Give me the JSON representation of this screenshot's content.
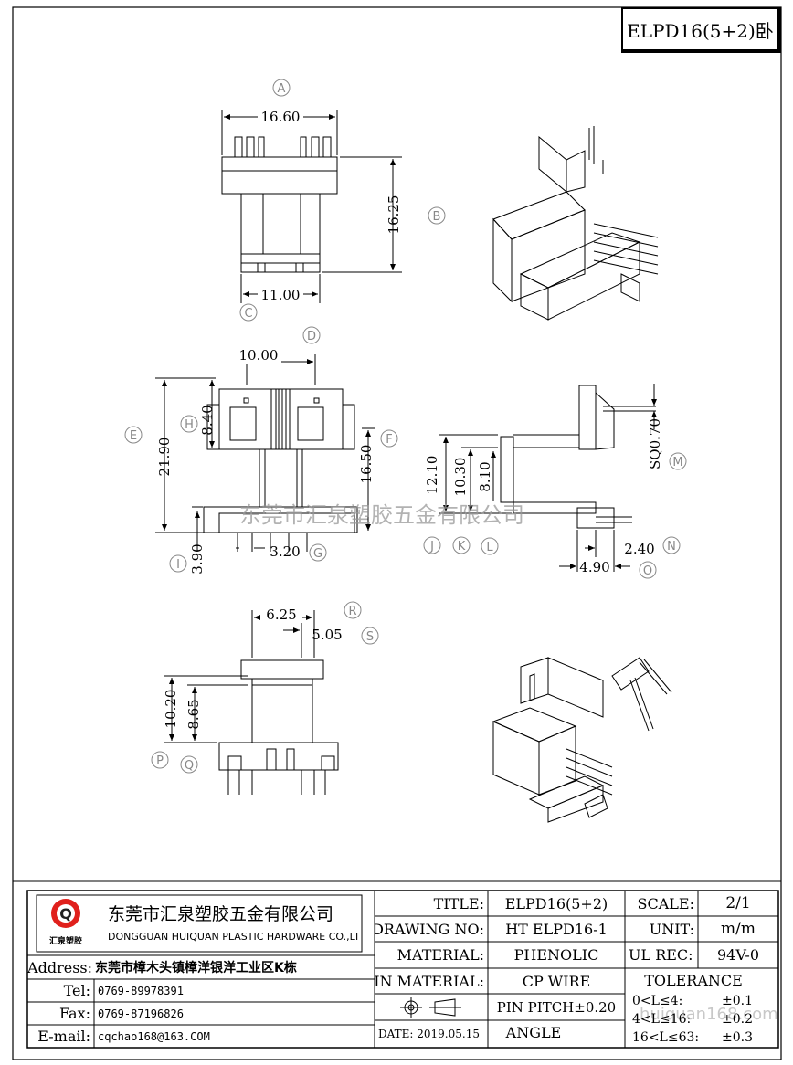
{
  "part_tag": "ELPD16(5+2)卧",
  "watermark": "东莞市汇泉塑胶五金有限公司",
  "watermark_corner": "huiquan168.com",
  "views": {
    "top": {
      "dim_width": "16.60",
      "dim_height": "16.25",
      "dim_base": "11.00",
      "marks": [
        "A",
        "B",
        "C"
      ]
    },
    "front": {
      "dim_width": "10.00",
      "dim_h": "8.40",
      "dim_total": "21.90",
      "dim_f": "16.50",
      "dim_base": "3.90",
      "dim_pitch": "3.20",
      "marks": [
        "D",
        "E",
        "F",
        "G",
        "H",
        "I"
      ]
    },
    "side": {
      "dim_12": "12.10",
      "dim_10": "10.30",
      "dim_8": "8.10",
      "dim_sq": "SQ0.70",
      "dim_24": "2.40",
      "dim_49": "4.90",
      "marks": [
        "J",
        "K",
        "L",
        "M",
        "N",
        "O"
      ]
    },
    "bottom": {
      "dim_625": "6.25",
      "dim_505": "5.05",
      "dim_1020": "10.20",
      "dim_865": "8.65",
      "marks": [
        "R",
        "S",
        "P",
        "Q"
      ]
    }
  },
  "title_block": {
    "company_cn": "东莞市汇泉塑胶五金有限公司",
    "company_en": "DONGGUAN HUIQUAN PLASTIC HARDWARE CO.,LTD",
    "logo_text": "汇泉塑胶",
    "logo_letter": "Q",
    "address_label": "Address:",
    "address": "东莞市樟木头镇樟洋银洋工业区K栋",
    "tel_label": "Tel:",
    "tel": "0769-89978391",
    "fax_label": "Fax:",
    "fax": "0769-87196826",
    "email_label": "E-mail:",
    "email": "cqchao168@163.COM",
    "title_label": "TITLE:",
    "title": "ELPD16(5+2)",
    "drawing_label": "DRAWING NO:",
    "drawing_no": "HT ELPD16-1",
    "material_label": "MATERIAL:",
    "material": "PHENOLIC",
    "pin_material_label": "PIN MATERIAL:",
    "pin_material": "CP WIRE",
    "pin_pitch": "PIN PITCH±0.20",
    "date": "DATE: 2019.05.15",
    "angle": "ANGLE",
    "scale_label": "SCALE:",
    "scale": "2/1",
    "unit_label": "UNIT:",
    "unit": "m/m",
    "ul_label": "UL REC:",
    "ul": "94V-0",
    "tolerance_label": "TOLERANCE",
    "tolerances": [
      {
        "range": "0<L≤4:",
        "value": "±0.1"
      },
      {
        "range": "4<L≤16:",
        "value": "±0.2"
      },
      {
        "range": "16<L≤63:",
        "value": "±0.3"
      }
    ]
  }
}
